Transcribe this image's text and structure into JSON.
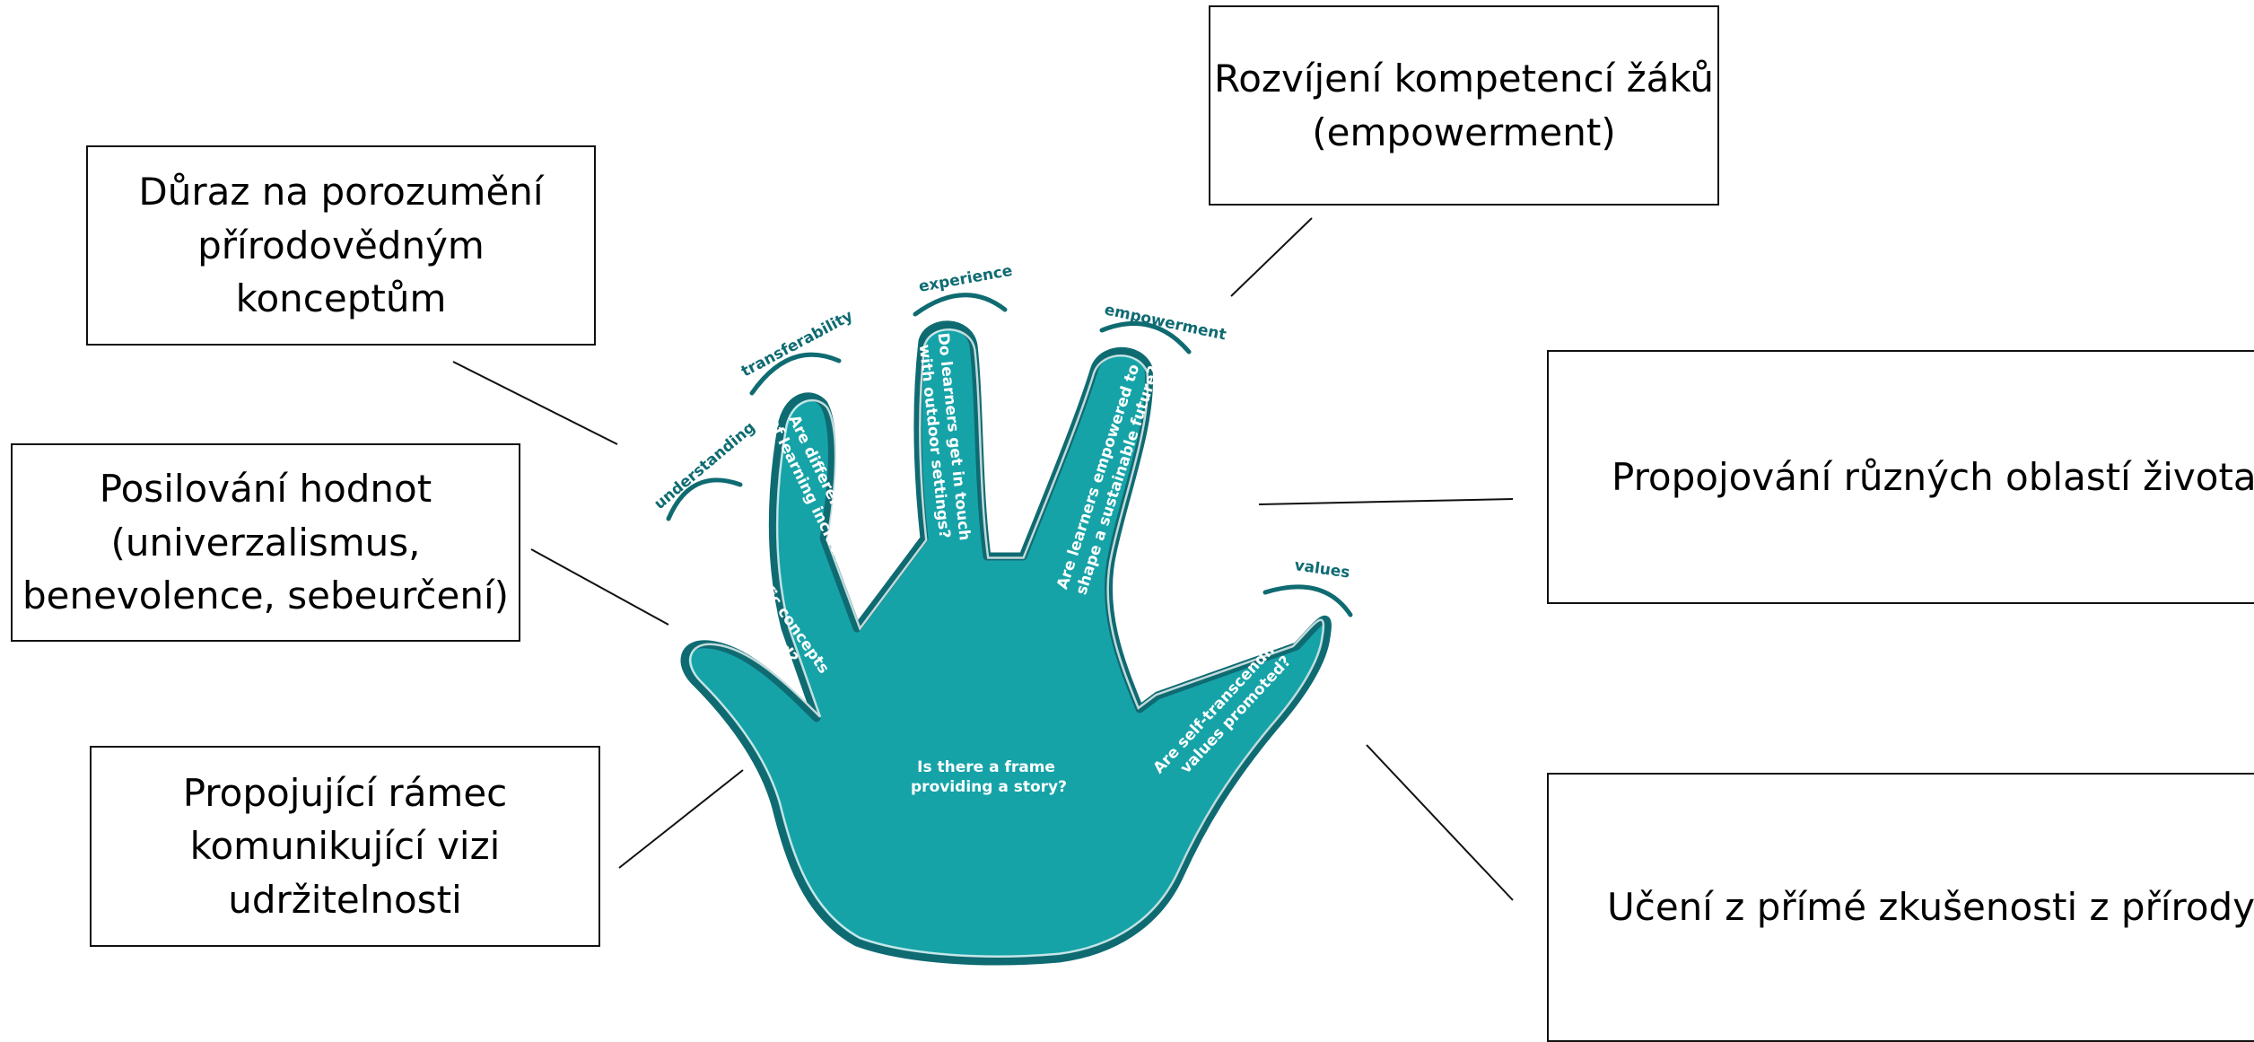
{
  "boxes": {
    "understanding_concepts": "Důraz na porozumění\npřírodovědným\nkonceptům",
    "values": "Posilování hodnot\n(univerzalismus,\nbenevolence, sebeurčení)",
    "frame": "Propojující rámec\nkomunikující vizi\nudržitelnosti",
    "empowerment": "Rozvíjení kompetencí žáků\n(empowerment)",
    "life_areas": "Propojování různých oblastí života",
    "nature_experience": "Učení z přímé zkušenosti z přírody"
  },
  "fingers": {
    "understanding": {
      "label": "understanding",
      "question_line1": "Are scientific concepts",
      "question_line2": "of life involved?"
    },
    "transferability": {
      "label": "transferability",
      "question_line1": "Are different areas",
      "question_line2": "of learning included?"
    },
    "experience": {
      "label": "experience",
      "question_line1": "Do learners get in touch",
      "question_line2": "with outdoor settings?"
    },
    "empowerment": {
      "label": "empowerment",
      "question_line1": "Are learners empowered to",
      "question_line2": "shape a sustainable future?"
    },
    "values": {
      "label": "values",
      "question_line1": "Are self-transcending",
      "question_line2": "values promoted?"
    }
  },
  "palm": {
    "question_line1": "Is there a frame",
    "question_line2": "providing a story?"
  },
  "colors": {
    "hand_fill": "#16a3a8",
    "hand_outline": "#0f6b72",
    "finger_label": "#0f6b72",
    "question_text": "#ffffff",
    "box_border": "#111111",
    "connector": "#111111"
  }
}
